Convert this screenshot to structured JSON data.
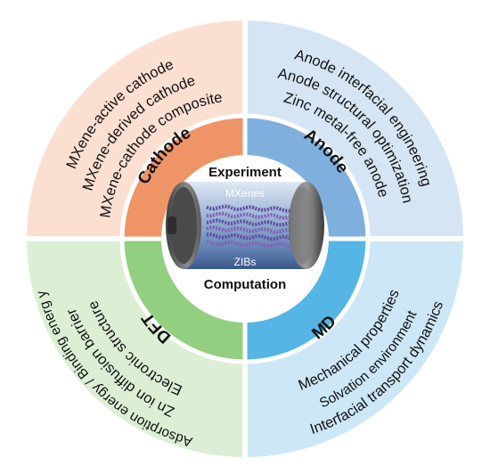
{
  "quadrants": {
    "cathode": {
      "title": "Cathode",
      "items": [
        "MXene-active cathode",
        "MXene-derived cathode",
        "MXene-cathode composite"
      ],
      "colors": {
        "outer": "#fbe0d2",
        "inner": "#ee9467"
      }
    },
    "anode": {
      "title": "Anode",
      "items": [
        "Anode interfacial engineering",
        "Anode structural optimization",
        "Zinc metal-free anode"
      ],
      "colors": {
        "outer": "#d6e5f3",
        "inner": "#7fb0dd"
      }
    },
    "dft": {
      "title": "DFT",
      "items": [
        "Electronic structure",
        "Zn ion diffusion barrier",
        "Adsorption energy / Binding energ y"
      ],
      "colors": {
        "outer": "#dcefd5",
        "inner": "#93cf80"
      }
    },
    "md": {
      "title": "MD",
      "items": [
        "Mechanical properties",
        "Solvation environment",
        "Interfacial transport dynamics"
      ],
      "colors": {
        "outer": "#cde7f6",
        "inner": "#55b5e4"
      }
    }
  },
  "center": {
    "top_label": "Experiment",
    "bottom_label": "Computation",
    "cylinder_top_label": "MXenes",
    "cylinder_bottom_label": "ZIBs"
  }
}
